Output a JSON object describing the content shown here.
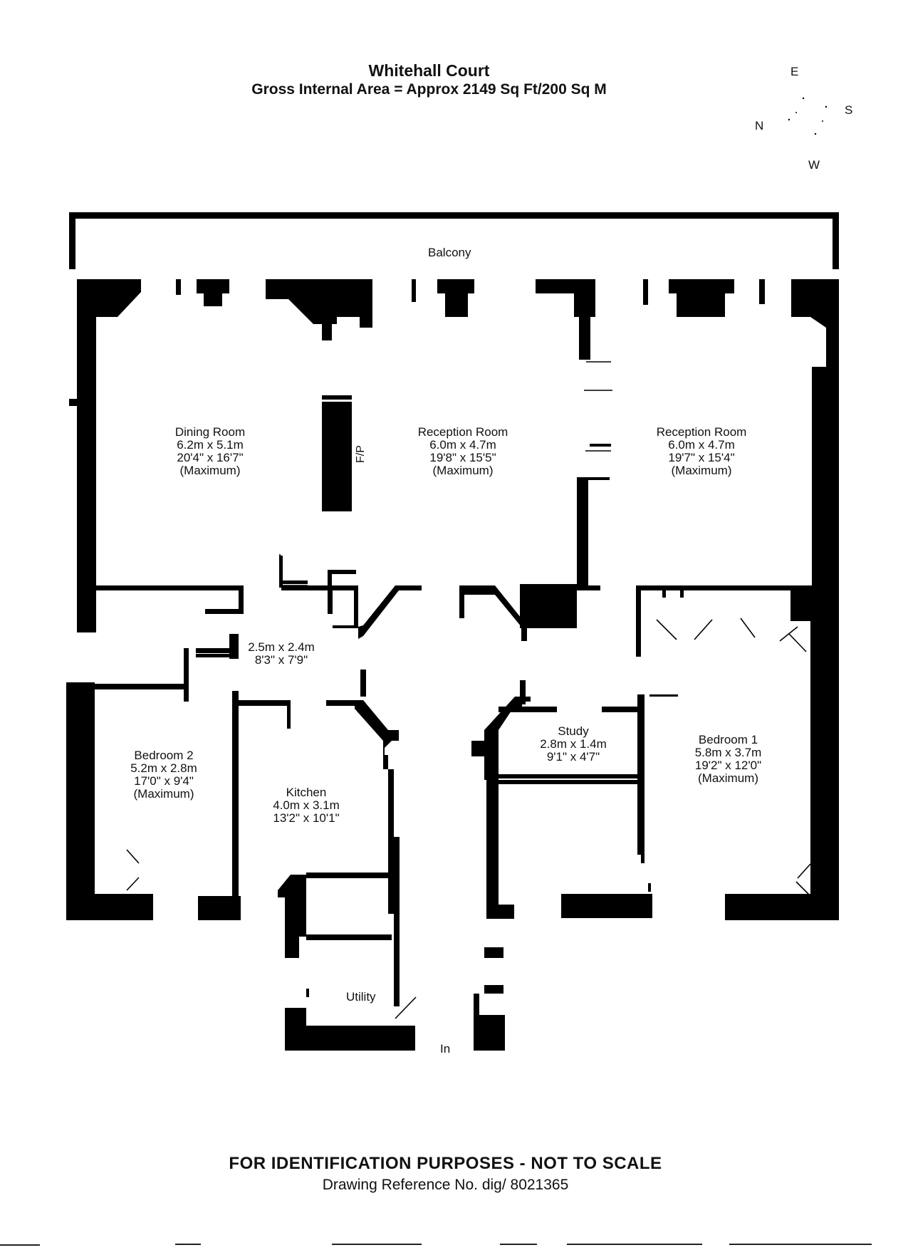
{
  "header": {
    "title": "Whitehall Court",
    "subtitle": "Gross Internal Area = Approx 2149 Sq Ft/200 Sq M"
  },
  "compass": {
    "e": "E",
    "s": "S",
    "n": "N",
    "w": "W"
  },
  "rooms": {
    "balcony": "Balcony",
    "dining": {
      "name": "Dining Room",
      "metric": "6.2m x 5.1m",
      "imperial": "20'4\" x 16'7\"",
      "note": "(Maximum)"
    },
    "fp": "F/P",
    "reception1": {
      "name": "Reception Room",
      "metric": "6.0m x 4.7m",
      "imperial": "19'8\" x 15'5\"",
      "note": "(Maximum)"
    },
    "reception2": {
      "name": "Reception Room",
      "metric": "6.0m x 4.7m",
      "imperial": "19'7\" x 15'4\"",
      "note": "(Maximum)"
    },
    "hall": {
      "metric": "2.5m x 2.4m",
      "imperial": "8'3\" x 7'9\""
    },
    "bedroom2": {
      "name": "Bedroom 2",
      "metric": "5.2m x 2.8m",
      "imperial": "17'0\" x 9'4\"",
      "note": "(Maximum)"
    },
    "kitchen": {
      "name": "Kitchen",
      "metric": "4.0m x 3.1m",
      "imperial": "13'2\" x 10'1\""
    },
    "study": {
      "name": "Study",
      "metric": "2.8m x 1.4m",
      "imperial": "9'1\" x 4'7\""
    },
    "bedroom1": {
      "name": "Bedroom 1",
      "metric": "5.8m x 3.7m",
      "imperial": "19'2\" x 12'0\"",
      "note": "(Maximum)"
    },
    "utility": "Utility",
    "entrance": "In"
  },
  "footer": {
    "disclaimer": "FOR IDENTIFICATION PURPOSES - NOT TO SCALE",
    "reference": "Drawing Reference No. dig/ 8021365"
  }
}
